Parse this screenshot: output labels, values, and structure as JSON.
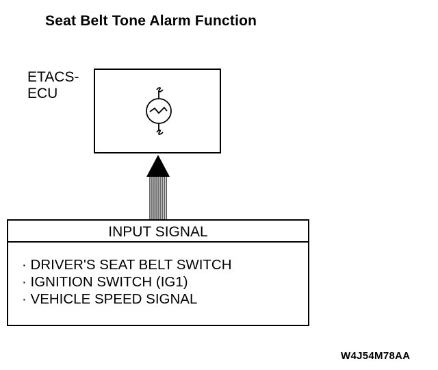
{
  "title": "Seat Belt Tone Alarm Function",
  "ecu": {
    "label_line1": "ETACS-",
    "label_line2": "ECU",
    "icon": "buzzer-icon"
  },
  "input": {
    "header": "INPUT SIGNAL",
    "items": [
      "DRIVER'S SEAT BELT SWITCH",
      "IGNITION SWITCH (IG1)",
      "VEHICLE SPEED SIGNAL"
    ]
  },
  "code": "W4J54M78AA",
  "arrow_icon": "signal-arrow-icon"
}
